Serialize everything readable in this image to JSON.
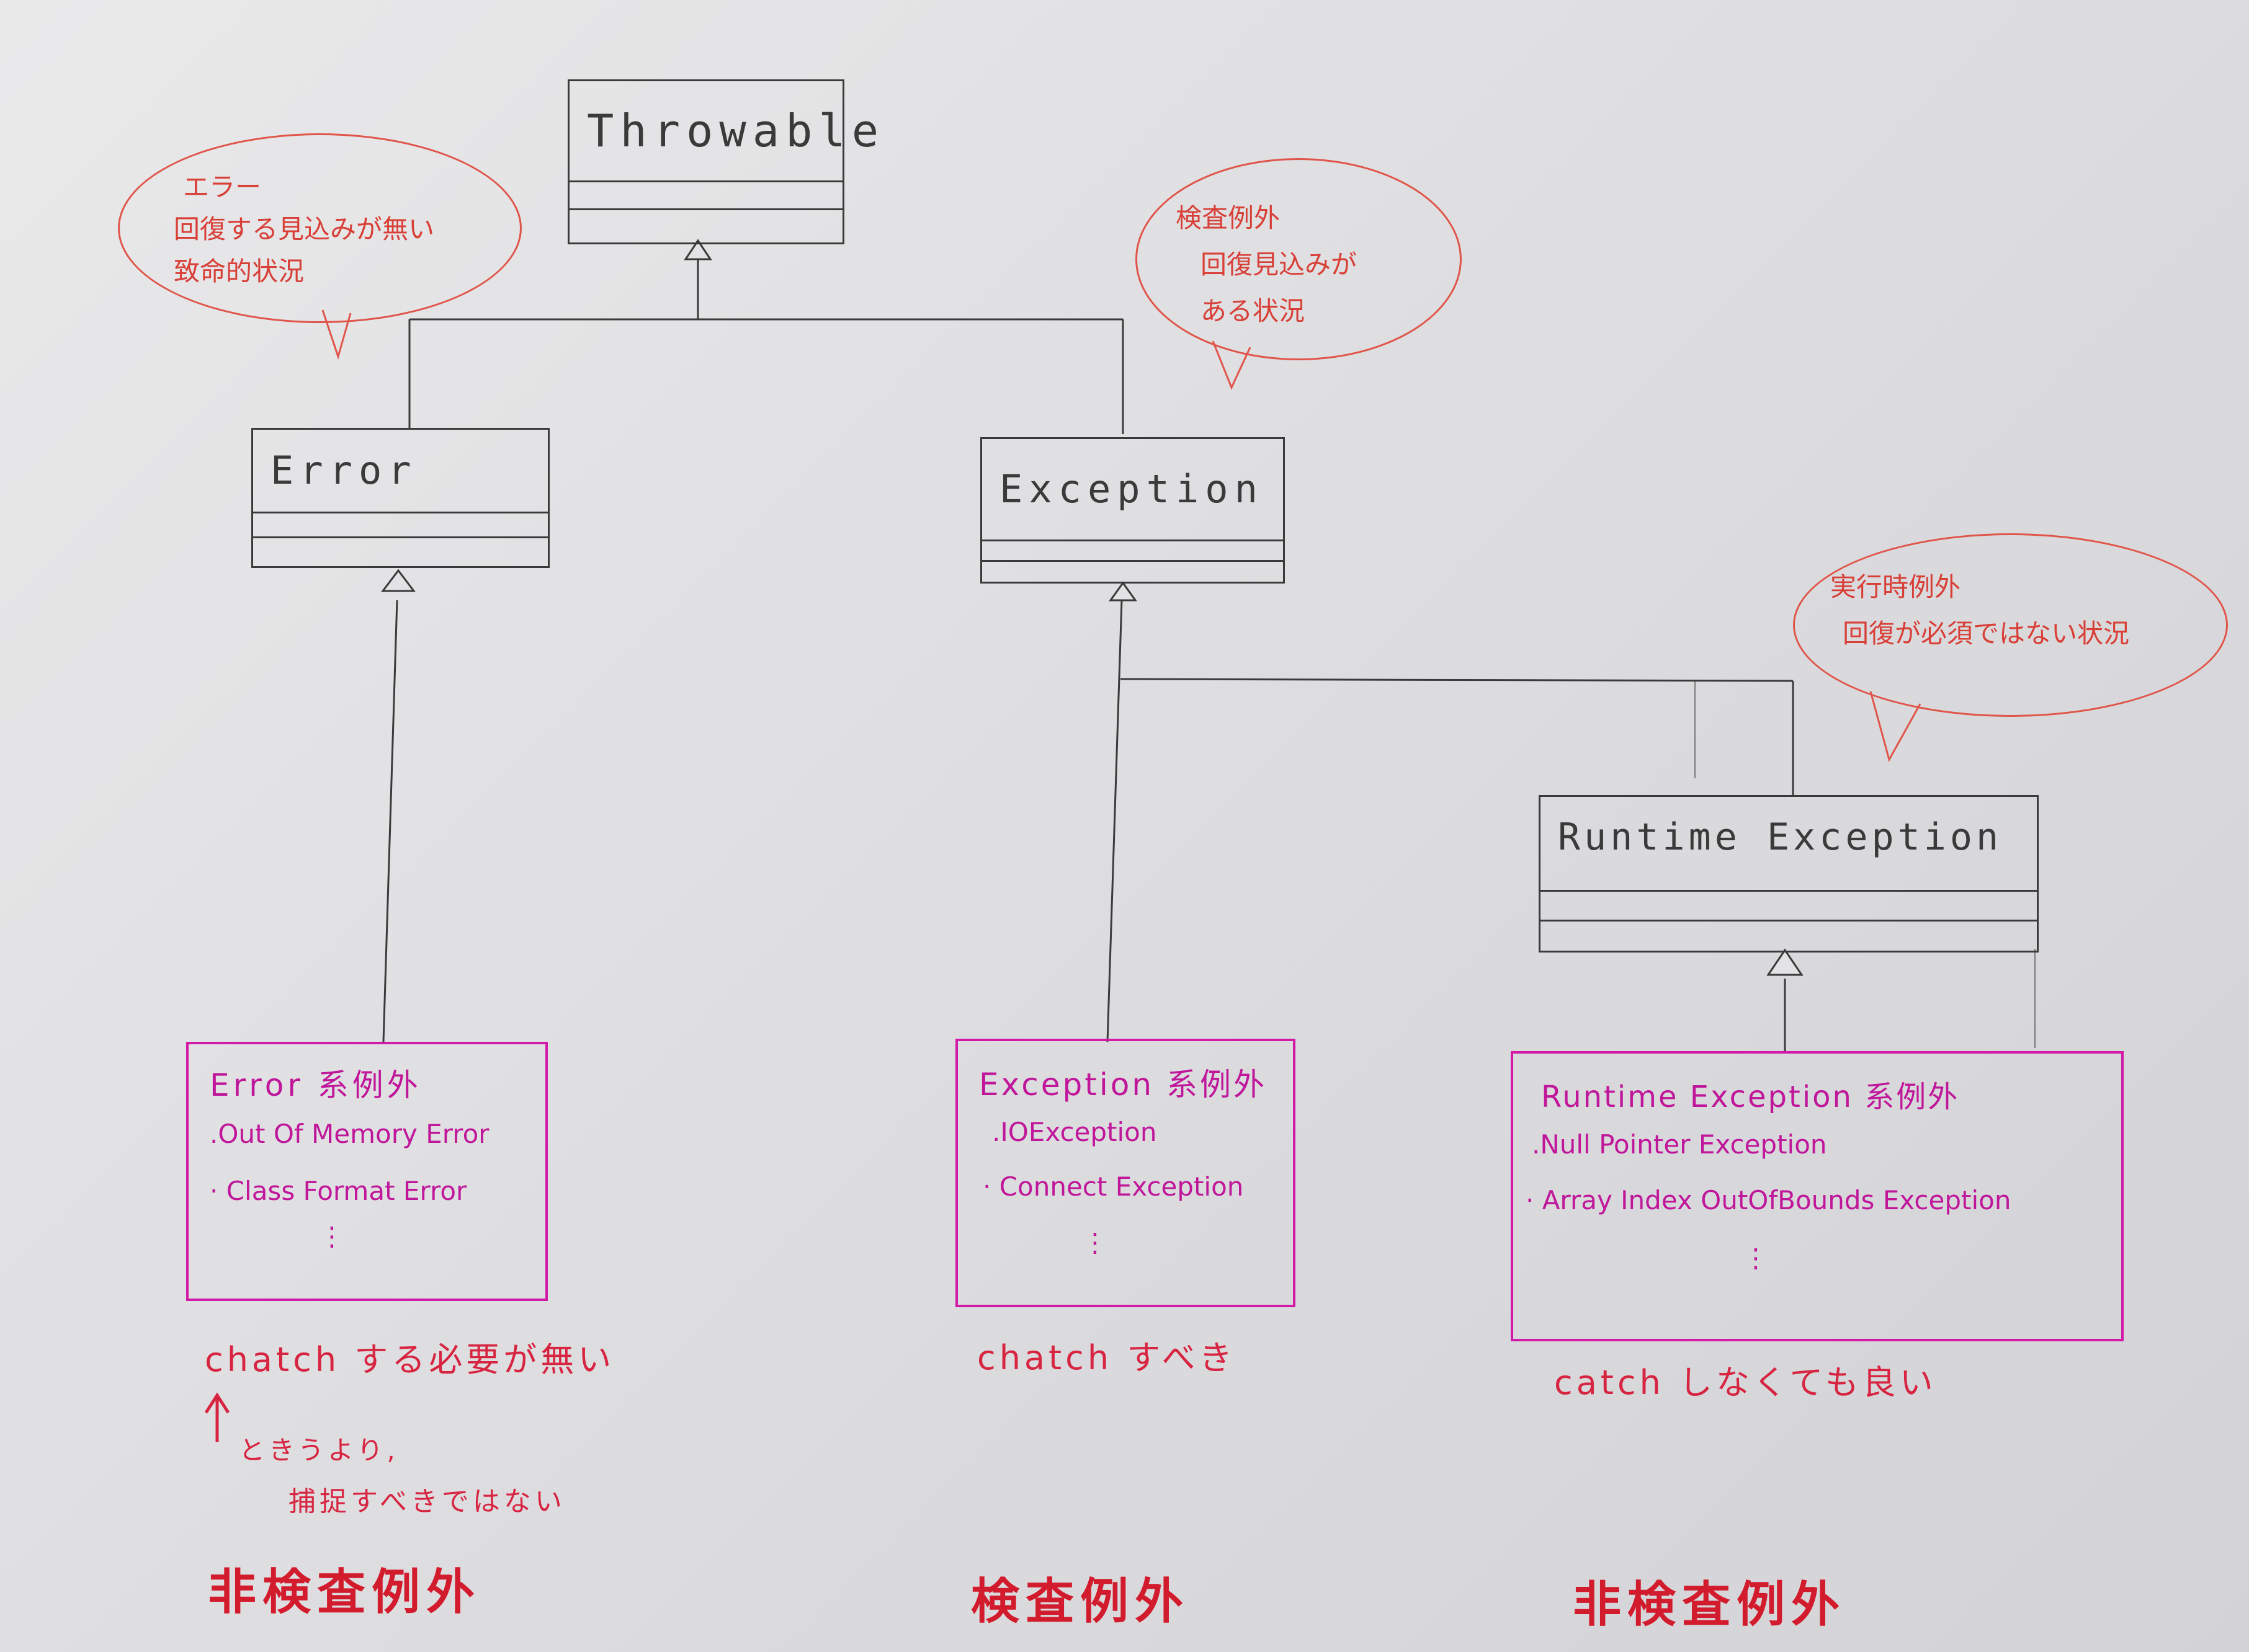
{
  "classes": {
    "throwable": "Throwable",
    "error": "Error",
    "exception": "Exception",
    "runtime": "Runtime Exception"
  },
  "bubbles": {
    "error": [
      "エラー",
      "回復する見込みが無い",
      "致命的状況"
    ],
    "checked": [
      "検査例外",
      "回復見込みが",
      "ある状況"
    ],
    "runtime": [
      "実行時例外",
      "回復が必須ではない状況"
    ]
  },
  "groups": {
    "error": {
      "title": "Error 系例外",
      "items": [
        ".Out Of Memory Error",
        "· Class Format Error",
        "⋮"
      ]
    },
    "exception": {
      "title": "Exception 系例外",
      "items": [
        ".IOException",
        "· Connect Exception",
        "⋮"
      ]
    },
    "runtime": {
      "title": "Runtime Exception 系例外",
      "items": [
        ".Null Pointer Exception",
        "· Array Index OutOfBounds Exception",
        "⋮"
      ]
    }
  },
  "notes": {
    "error_catch": "chatch する必要が無い",
    "error_sub1": "ときうより,",
    "error_sub2": "捕捉すべきではない",
    "exception_catch": "chatch すべき",
    "runtime_catch": "catch しなくても良い"
  },
  "categories": {
    "left": "非検査例外",
    "middle": "検査例外",
    "right": "非検査例外"
  },
  "colors": {
    "pencil": "#3a3a3a",
    "red_ink": "#d83f37",
    "magenta_ink": "#c0169a"
  }
}
